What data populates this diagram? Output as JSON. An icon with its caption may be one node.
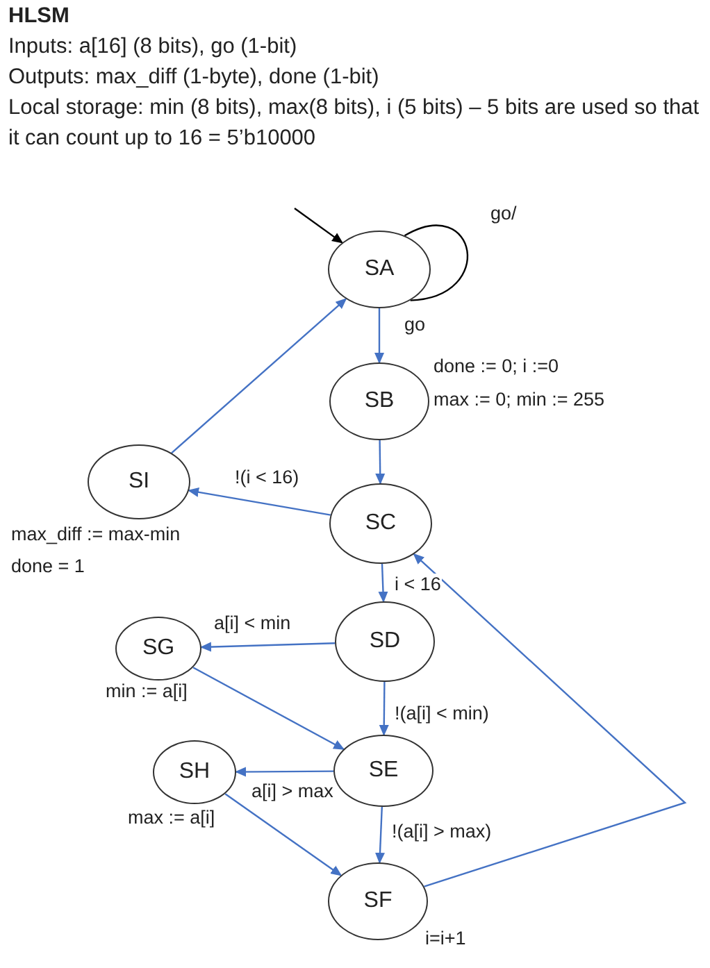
{
  "diagram": {
    "title": "HLSM",
    "nodes": [
      {
        "text": [
          "SA"
        ]
      },
      {
        "text": [
          "SB"
        ],
        "beside": [
          "done := 0; i :=0",
          "max := 0; min := 255"
        ]
      },
      {
        "text": [
          "SC"
        ]
      },
      {
        "text": [
          "SI"
        ],
        "beside": [
          "max_diff := max-min",
          "done = 1"
        ]
      },
      {
        "text": [
          "SD"
        ]
      },
      {
        "text": [
          "SG"
        ],
        "beside": [
          "min := a[i]"
        ]
      },
      {
        "text": [
          "SE"
        ]
      },
      {
        "text": [
          "SH"
        ],
        "beside": [
          "max := a[i]"
        ]
      },
      {
        "text": [
          "SF"
        ],
        "beside": [
          "i=i+1"
        ]
      }
    ],
    "edges": [
      {
        "from": null,
        "to": 0,
        "arrow": "to",
        "color": "#000000"
      },
      {
        "from": 0,
        "to": 0,
        "arrow": "none",
        "label": "go/",
        "color": "#000000"
      },
      {
        "from": 0,
        "to": 1,
        "arrow": "to",
        "label": "go"
      },
      {
        "from": 1,
        "to": 2,
        "arrow": "to"
      },
      {
        "from": 2,
        "to": 3,
        "arrow": "to",
        "label": "!(i < 16)"
      },
      {
        "from": 3,
        "to": 0,
        "arrow": "to"
      },
      {
        "from": 2,
        "to": 4,
        "arrow": "to",
        "label": "i < 16"
      },
      {
        "from": 4,
        "to": 5,
        "arrow": "to",
        "label": "a[i] < min"
      },
      {
        "from": 5,
        "to": 6,
        "arrow": "to"
      },
      {
        "from": 4,
        "to": 6,
        "arrow": "to",
        "label": "!(a[i] < min)"
      },
      {
        "from": 6,
        "to": 7,
        "arrow": "to",
        "label": "a[i] > max"
      },
      {
        "from": 7,
        "to": 8,
        "arrow": "to"
      },
      {
        "from": 6,
        "to": 8,
        "arrow": "to",
        "label": "!(a[i] > max)"
      },
      {
        "from": 8,
        "to": 2,
        "arrow": "to"
      }
    ],
    "labels": [
      "Inputs: a[16] (8 bits), go (1-bit)",
      "Outputs:  max_diff (1-byte), done (1-bit)",
      "Local storage: min (8 bits), max(8 bits), i (5 bits) – 5 bits are used so that it can count up to 16 = 5’b10000"
    ]
  }
}
